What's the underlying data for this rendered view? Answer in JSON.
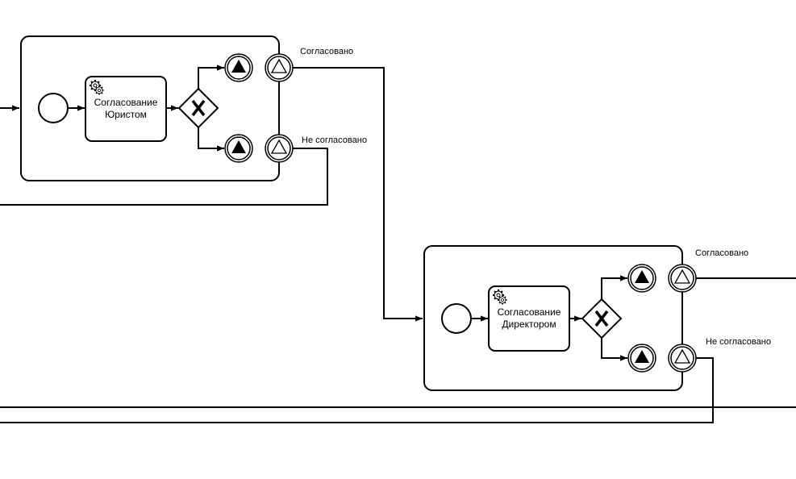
{
  "diagram": {
    "type": "bpmn",
    "subprocess_1": {
      "task_label_line1": "Согласование",
      "task_label_line2": "Юристом",
      "boundary_approved_label": "Согласовано",
      "boundary_rejected_label": "Не согласовано"
    },
    "subprocess_2": {
      "task_label_line1": "Согласование",
      "task_label_line2": "Директором",
      "boundary_approved_label": "Согласовано",
      "boundary_rejected_label": "Не согласовано"
    },
    "colors": {
      "stroke": "#000000",
      "fill": "#ffffff"
    },
    "icons": [
      "gear-icon",
      "exclusive-gateway-x-icon",
      "signal-throw-end-event-icon",
      "signal-boundary-event-icon"
    ]
  }
}
